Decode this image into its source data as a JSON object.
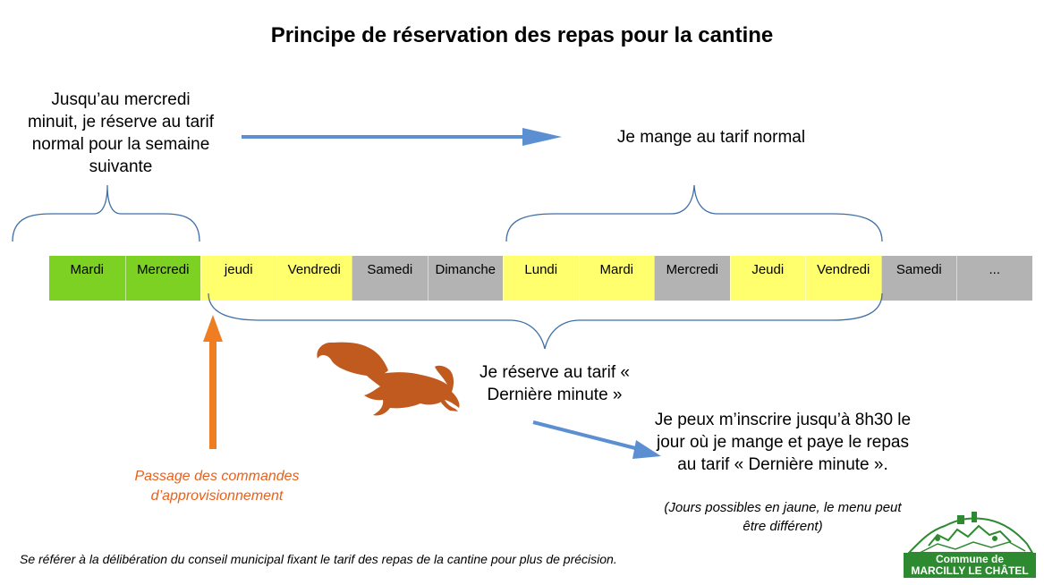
{
  "title": "Principe de réservation des repas pour la cantine",
  "left_note": "Jusqu’au mercredi minuit, je réserve au tarif normal pour la semaine suivante",
  "right_note": "Je mange au tarif normal",
  "reserve_note": "Je réserve au tarif « Dernière minute »",
  "inscribe_note": "Je peux m’inscrire jusqu’à 8h30 le jour où je mange et paye le repas au tarif « Dernière minute ».",
  "inscribe_paren": "(Jours possibles en jaune, le menu peut être différent)",
  "orange_note": "Passage des commandes d’approvisionnement",
  "footer_note": "Se référer à la délibération du conseil municipal fixant le tarif des repas de la cantine pour plus de précision.",
  "timeline": [
    {
      "label": "Mardi",
      "color": "#7cd123"
    },
    {
      "label": "Mercredi",
      "color": "#7cd123"
    },
    {
      "label": "jeudi",
      "color": "#ffff6e"
    },
    {
      "label": "Vendredi",
      "color": "#ffff6e"
    },
    {
      "label": "Samedi",
      "color": "#b3b3b3"
    },
    {
      "label": "Dimanche",
      "color": "#b3b3b3"
    },
    {
      "label": "Lundi",
      "color": "#ffff6e"
    },
    {
      "label": "Mardi",
      "color": "#ffff6e"
    },
    {
      "label": "Mercredi",
      "color": "#b3b3b3"
    },
    {
      "label": "Jeudi",
      "color": "#ffff6e"
    },
    {
      "label": "Vendredi",
      "color": "#ffff6e"
    },
    {
      "label": "Samedi",
      "color": "#b3b3b3"
    },
    {
      "label": "...",
      "color": "#b3b3b3"
    }
  ],
  "colors": {
    "arrow_blue": "#5b8fd1",
    "bracket_blue": "#3f6fa8",
    "arrow_orange": "#ef7d22",
    "squirrel": "#c15a1e",
    "logo_green": "#2e8a30"
  },
  "logo": {
    "line1": "Commune de",
    "line2": "MARCILLY LE CHÂTEL"
  }
}
